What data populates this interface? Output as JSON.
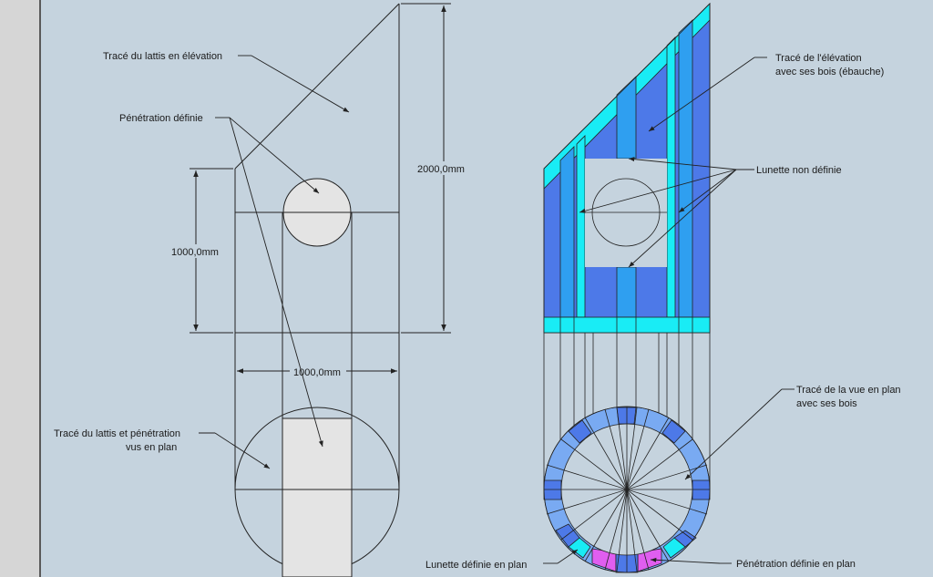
{
  "labels": {
    "lattis_elevation": "Tracé du lattis en élévation",
    "penetration_definie": "Pénétration définie",
    "lattis_plan_1": "Tracé du lattis et pénétration",
    "lattis_plan_2": "vus en plan",
    "elevation_bois_1": "Tracé de l'élévation",
    "elevation_bois_2": "avec ses bois (ébauche)",
    "lunette_non_definie": "Lunette non définie",
    "vue_plan_1": "Tracé de la vue en plan",
    "vue_plan_2": "avec ses bois",
    "lunette_definie_plan": "Lunette définie en plan",
    "penetration_definie_plan": "Pénétration définie en plan"
  },
  "dimensions": {
    "height_total": "2000,0mm",
    "height_half": "1000,0mm",
    "width": "1000,0mm"
  },
  "colors": {
    "background": "#c5d3de",
    "timber_blue": "#4d79e8",
    "timber_mid": "#2f9ff0",
    "timber_cyan": "#19ecf5",
    "ring_light": "#79aaf2",
    "penetration_magenta": "#e05ef0",
    "penetration_fill": "#e4e4e4"
  }
}
